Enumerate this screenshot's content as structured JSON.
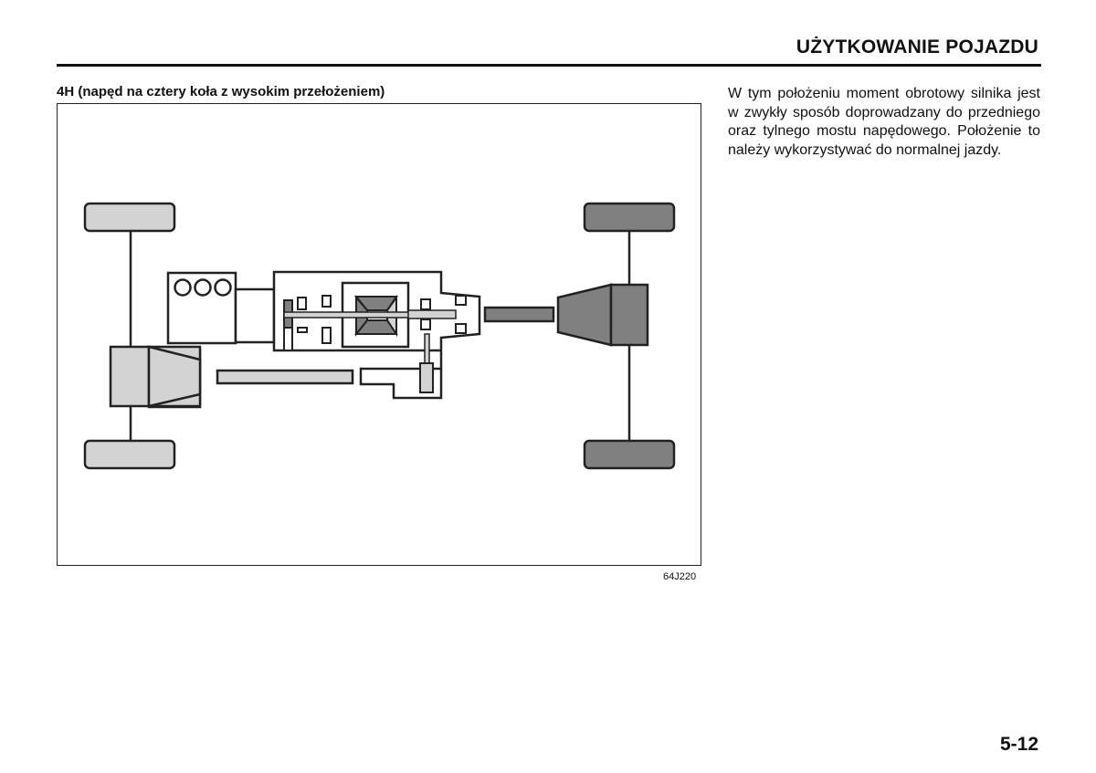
{
  "header": {
    "title": "UŻYTKOWANIE POJAZDU"
  },
  "section": {
    "heading": "4H (napęd na cztery koła z wysokim przełożeniem)"
  },
  "figure": {
    "code": "64J220",
    "colors": {
      "driven": "#d3d3d3",
      "engaged": "#808080",
      "outline": "#222222"
    }
  },
  "body": {
    "paragraph": "W tym położeniu moment obrotowy silnika jest w zwykły sposób doprowadzany do przedniego oraz tylnego mostu napędowego. Położenie to należy wykorzystywać do normalnej jazdy."
  },
  "page": {
    "number": "5-12"
  }
}
